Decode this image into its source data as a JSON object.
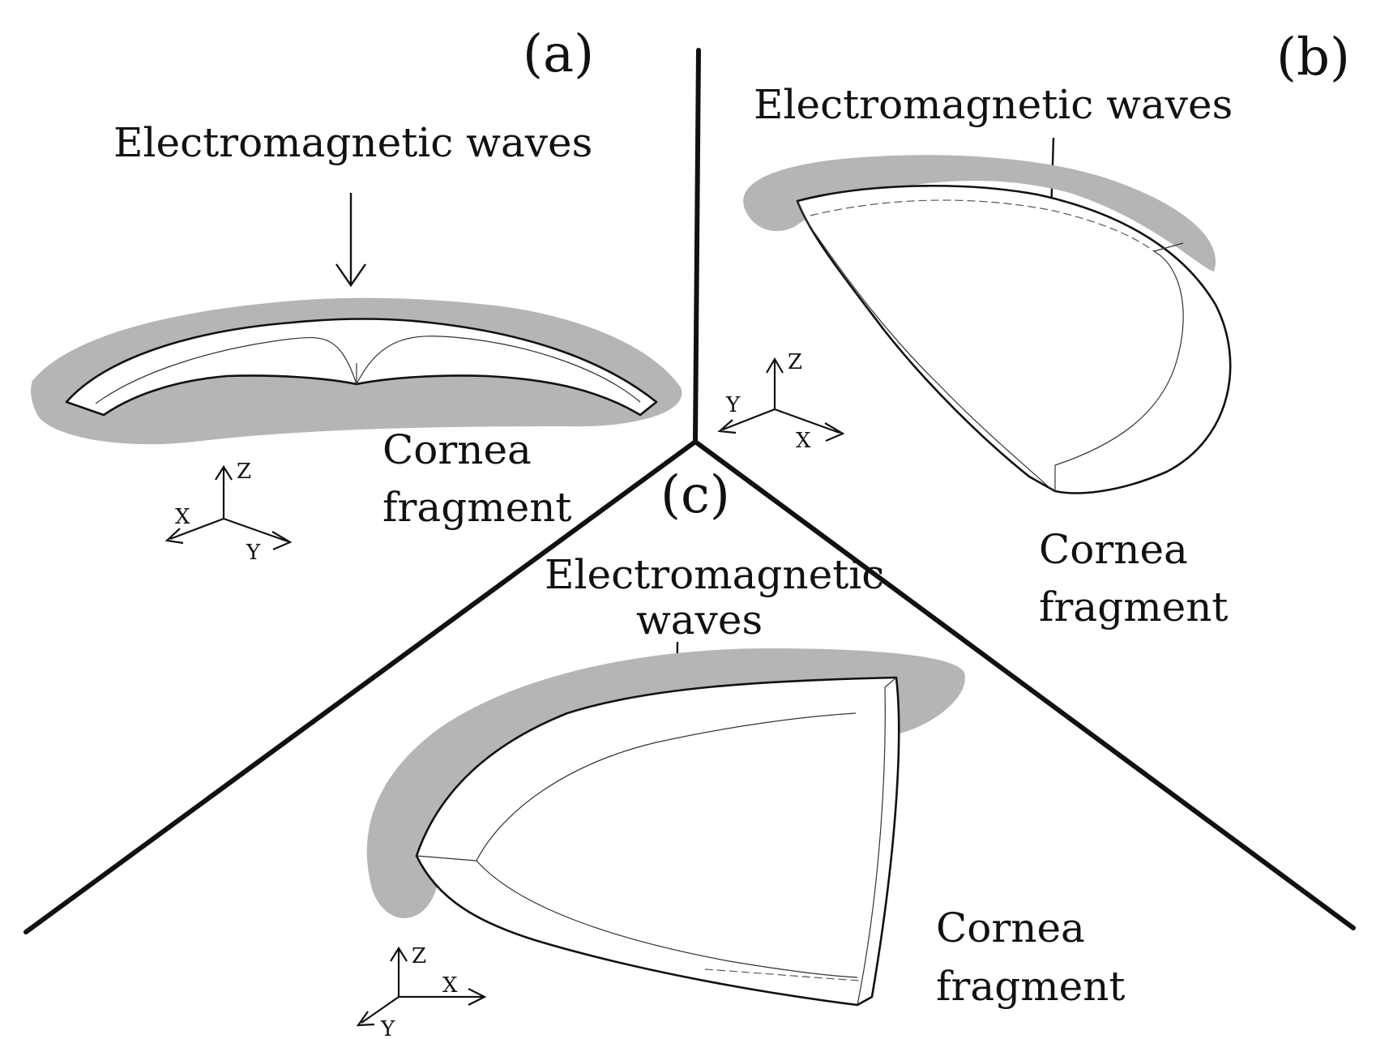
{
  "panels": [
    {
      "label": "(a)",
      "waves_label": "Electromagnetic waves",
      "fragment_lines": [
        "Cornea",
        "fragment"
      ],
      "axes": {
        "z": "Z",
        "x": "X",
        "y": "Y"
      }
    },
    {
      "label": "(b)",
      "waves_label": "Electromagnetic waves",
      "fragment_lines": [
        "Cornea",
        "fragment"
      ],
      "axes": {
        "z": "Z",
        "x": "X",
        "y": "Y"
      }
    },
    {
      "label": "(c)",
      "waves_lines": [
        "Electromagnetic",
        "waves"
      ],
      "fragment_lines": [
        "Cornea",
        "fragment"
      ],
      "axes": {
        "z": "Z",
        "x": "X",
        "y": "Y"
      }
    }
  ]
}
